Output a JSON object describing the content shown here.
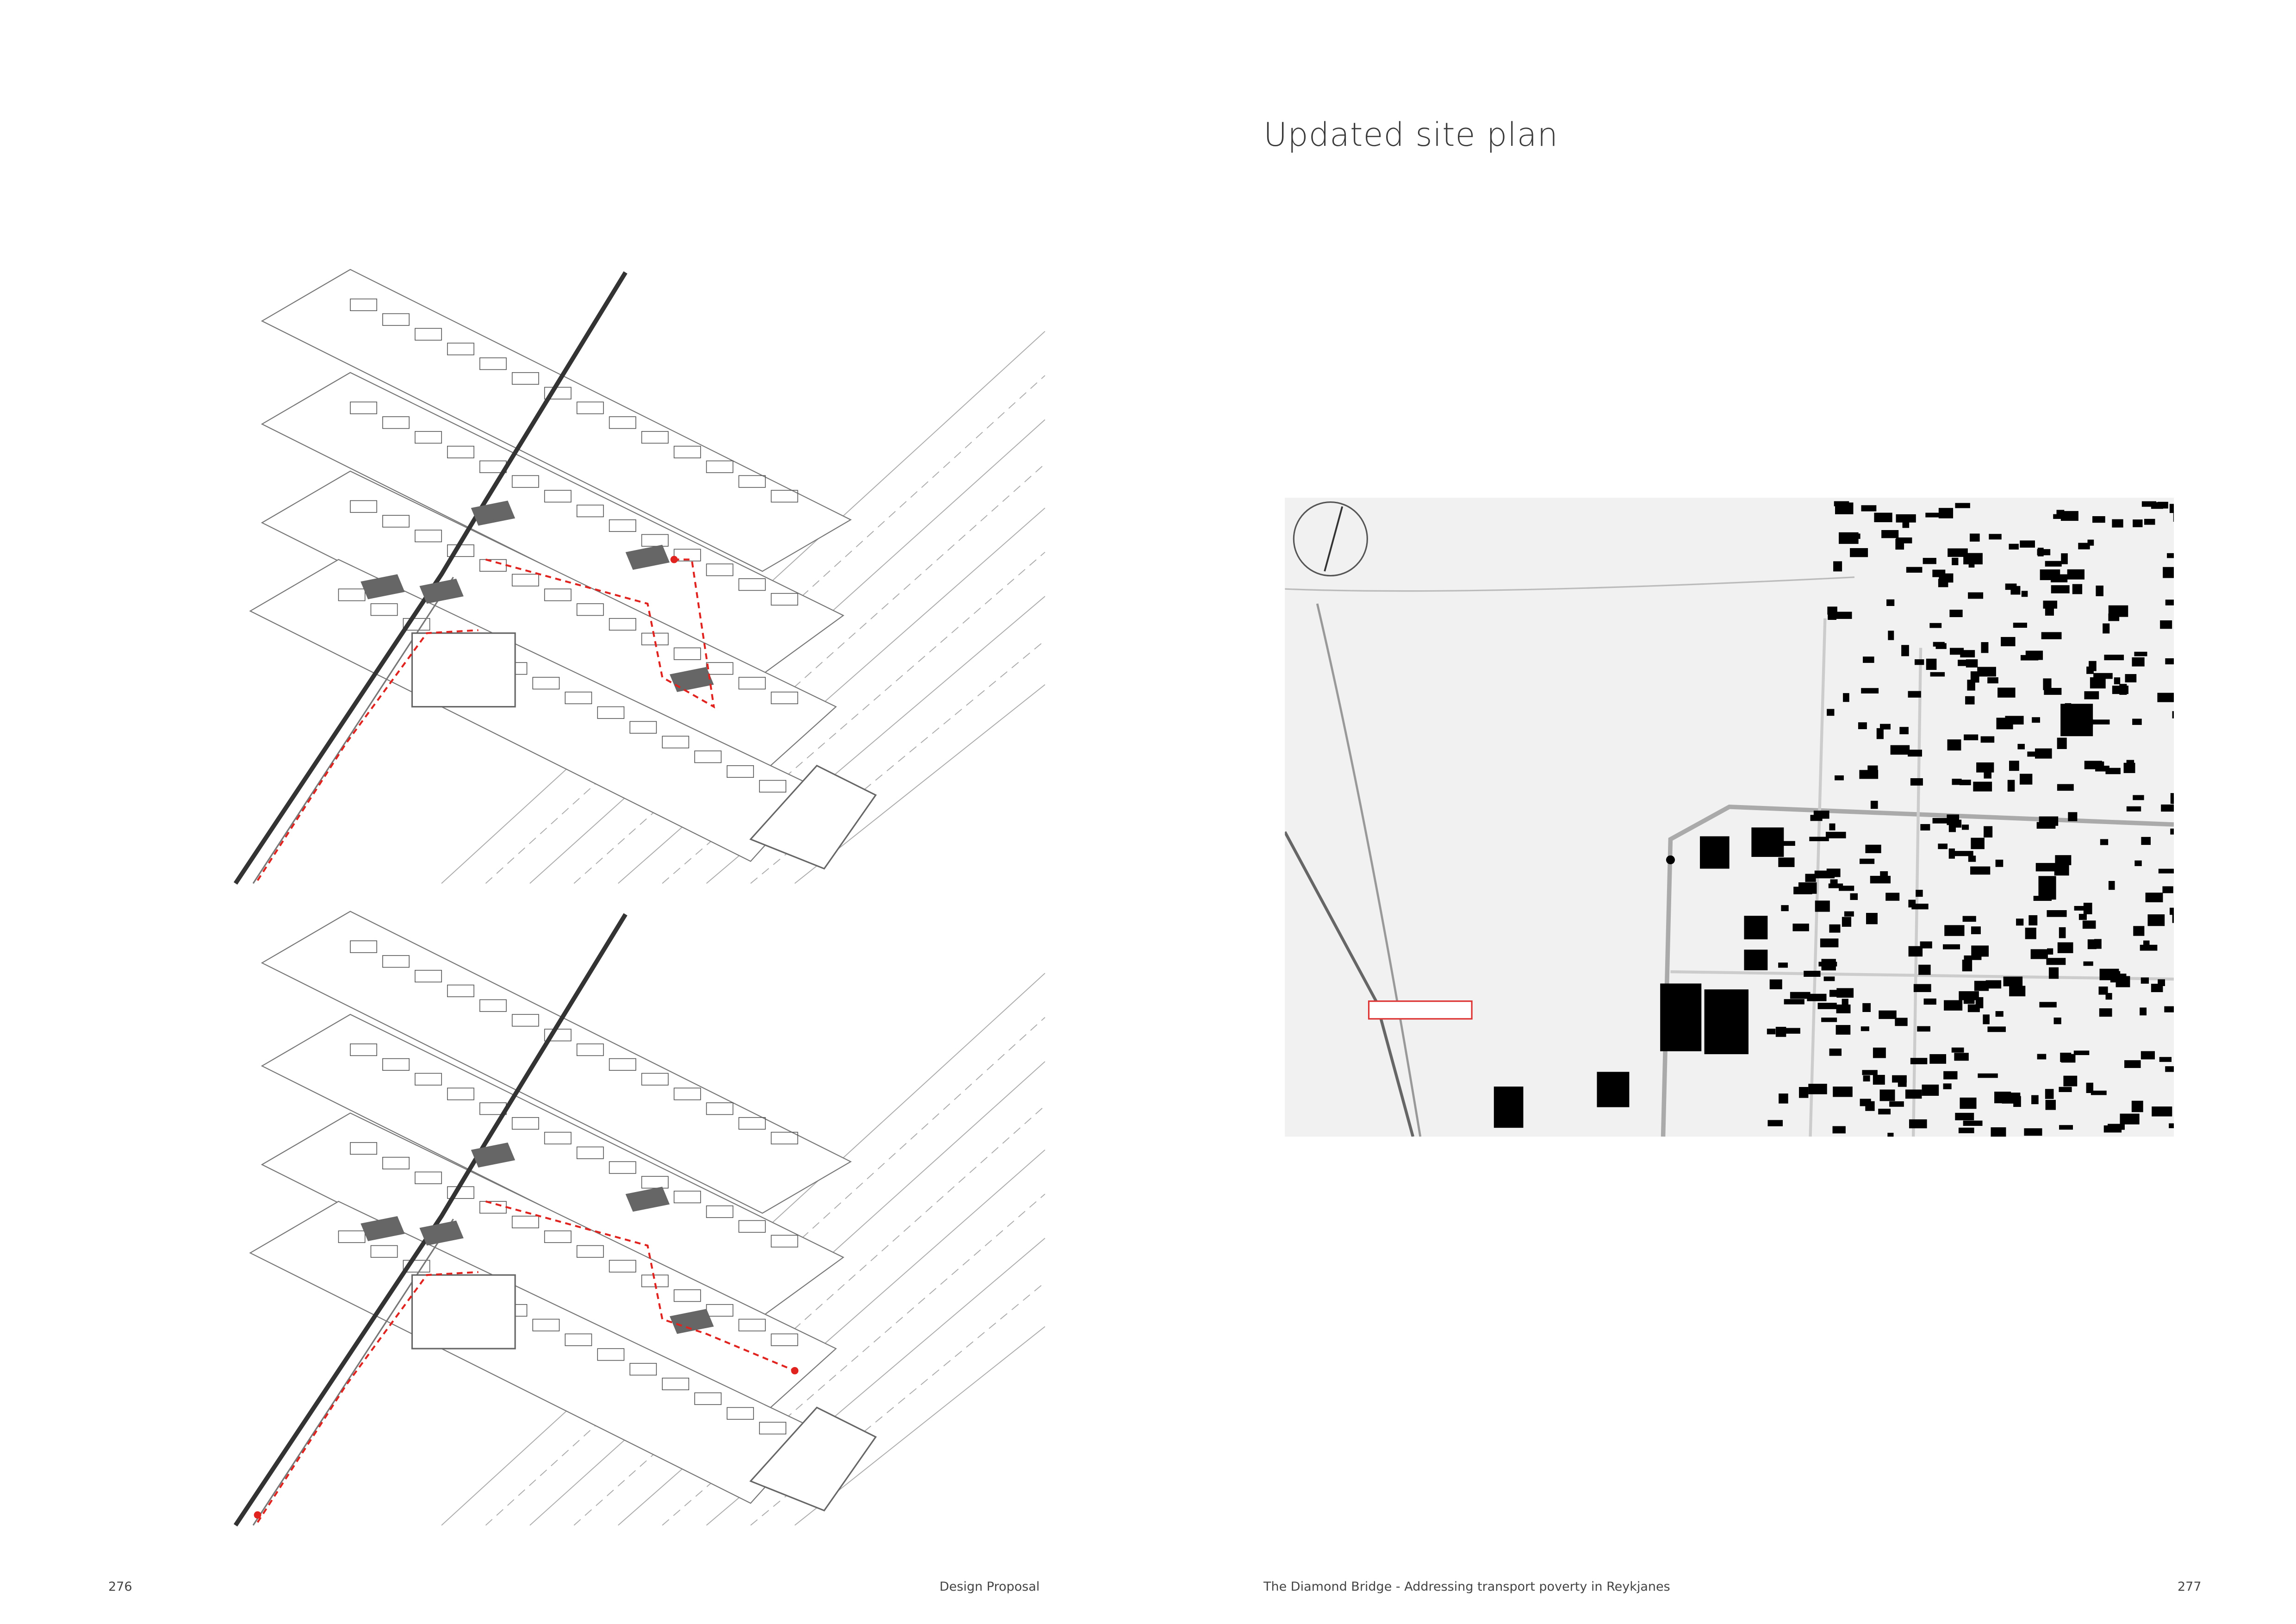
{
  "right_page": {
    "title": "Updated site plan"
  },
  "footer": {
    "left_page_number": "276",
    "left_section": "Design Proposal",
    "right_running_title": "The Diamond Bridge - Addressing transport poverty in Reykjanes",
    "right_page_number": "277"
  },
  "colors": {
    "route": "#e0231f",
    "buildings": "#000000",
    "map_ground": "#f1f1f1"
  }
}
